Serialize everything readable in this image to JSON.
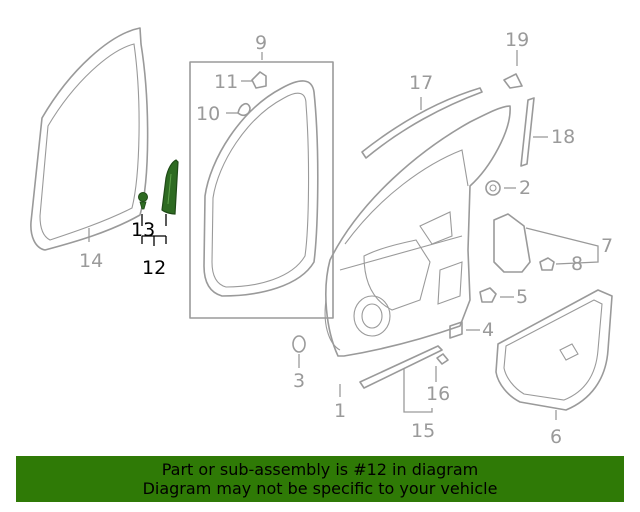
{
  "callouts": {
    "c1": "1",
    "c2": "2",
    "c3": "3",
    "c4": "4",
    "c5": "5",
    "c6": "6",
    "c7": "7",
    "c8": "8",
    "c9": "9",
    "c10": "10",
    "c11": "11",
    "c12": "12",
    "c13": "13",
    "c14": "14",
    "c15": "15",
    "c16": "16",
    "c17": "17",
    "c18": "18",
    "c19": "19"
  },
  "highlighted_part": "12",
  "colors": {
    "line_art": "#9a9a9a",
    "highlight_part": "#2e6b22",
    "highlight_text": "#000000",
    "banner_bg": "#2f7a06"
  },
  "banner": {
    "line1": "Part or sub-assembly is #12 in diagram",
    "line2": "Diagram may not be specific to your vehicle"
  }
}
